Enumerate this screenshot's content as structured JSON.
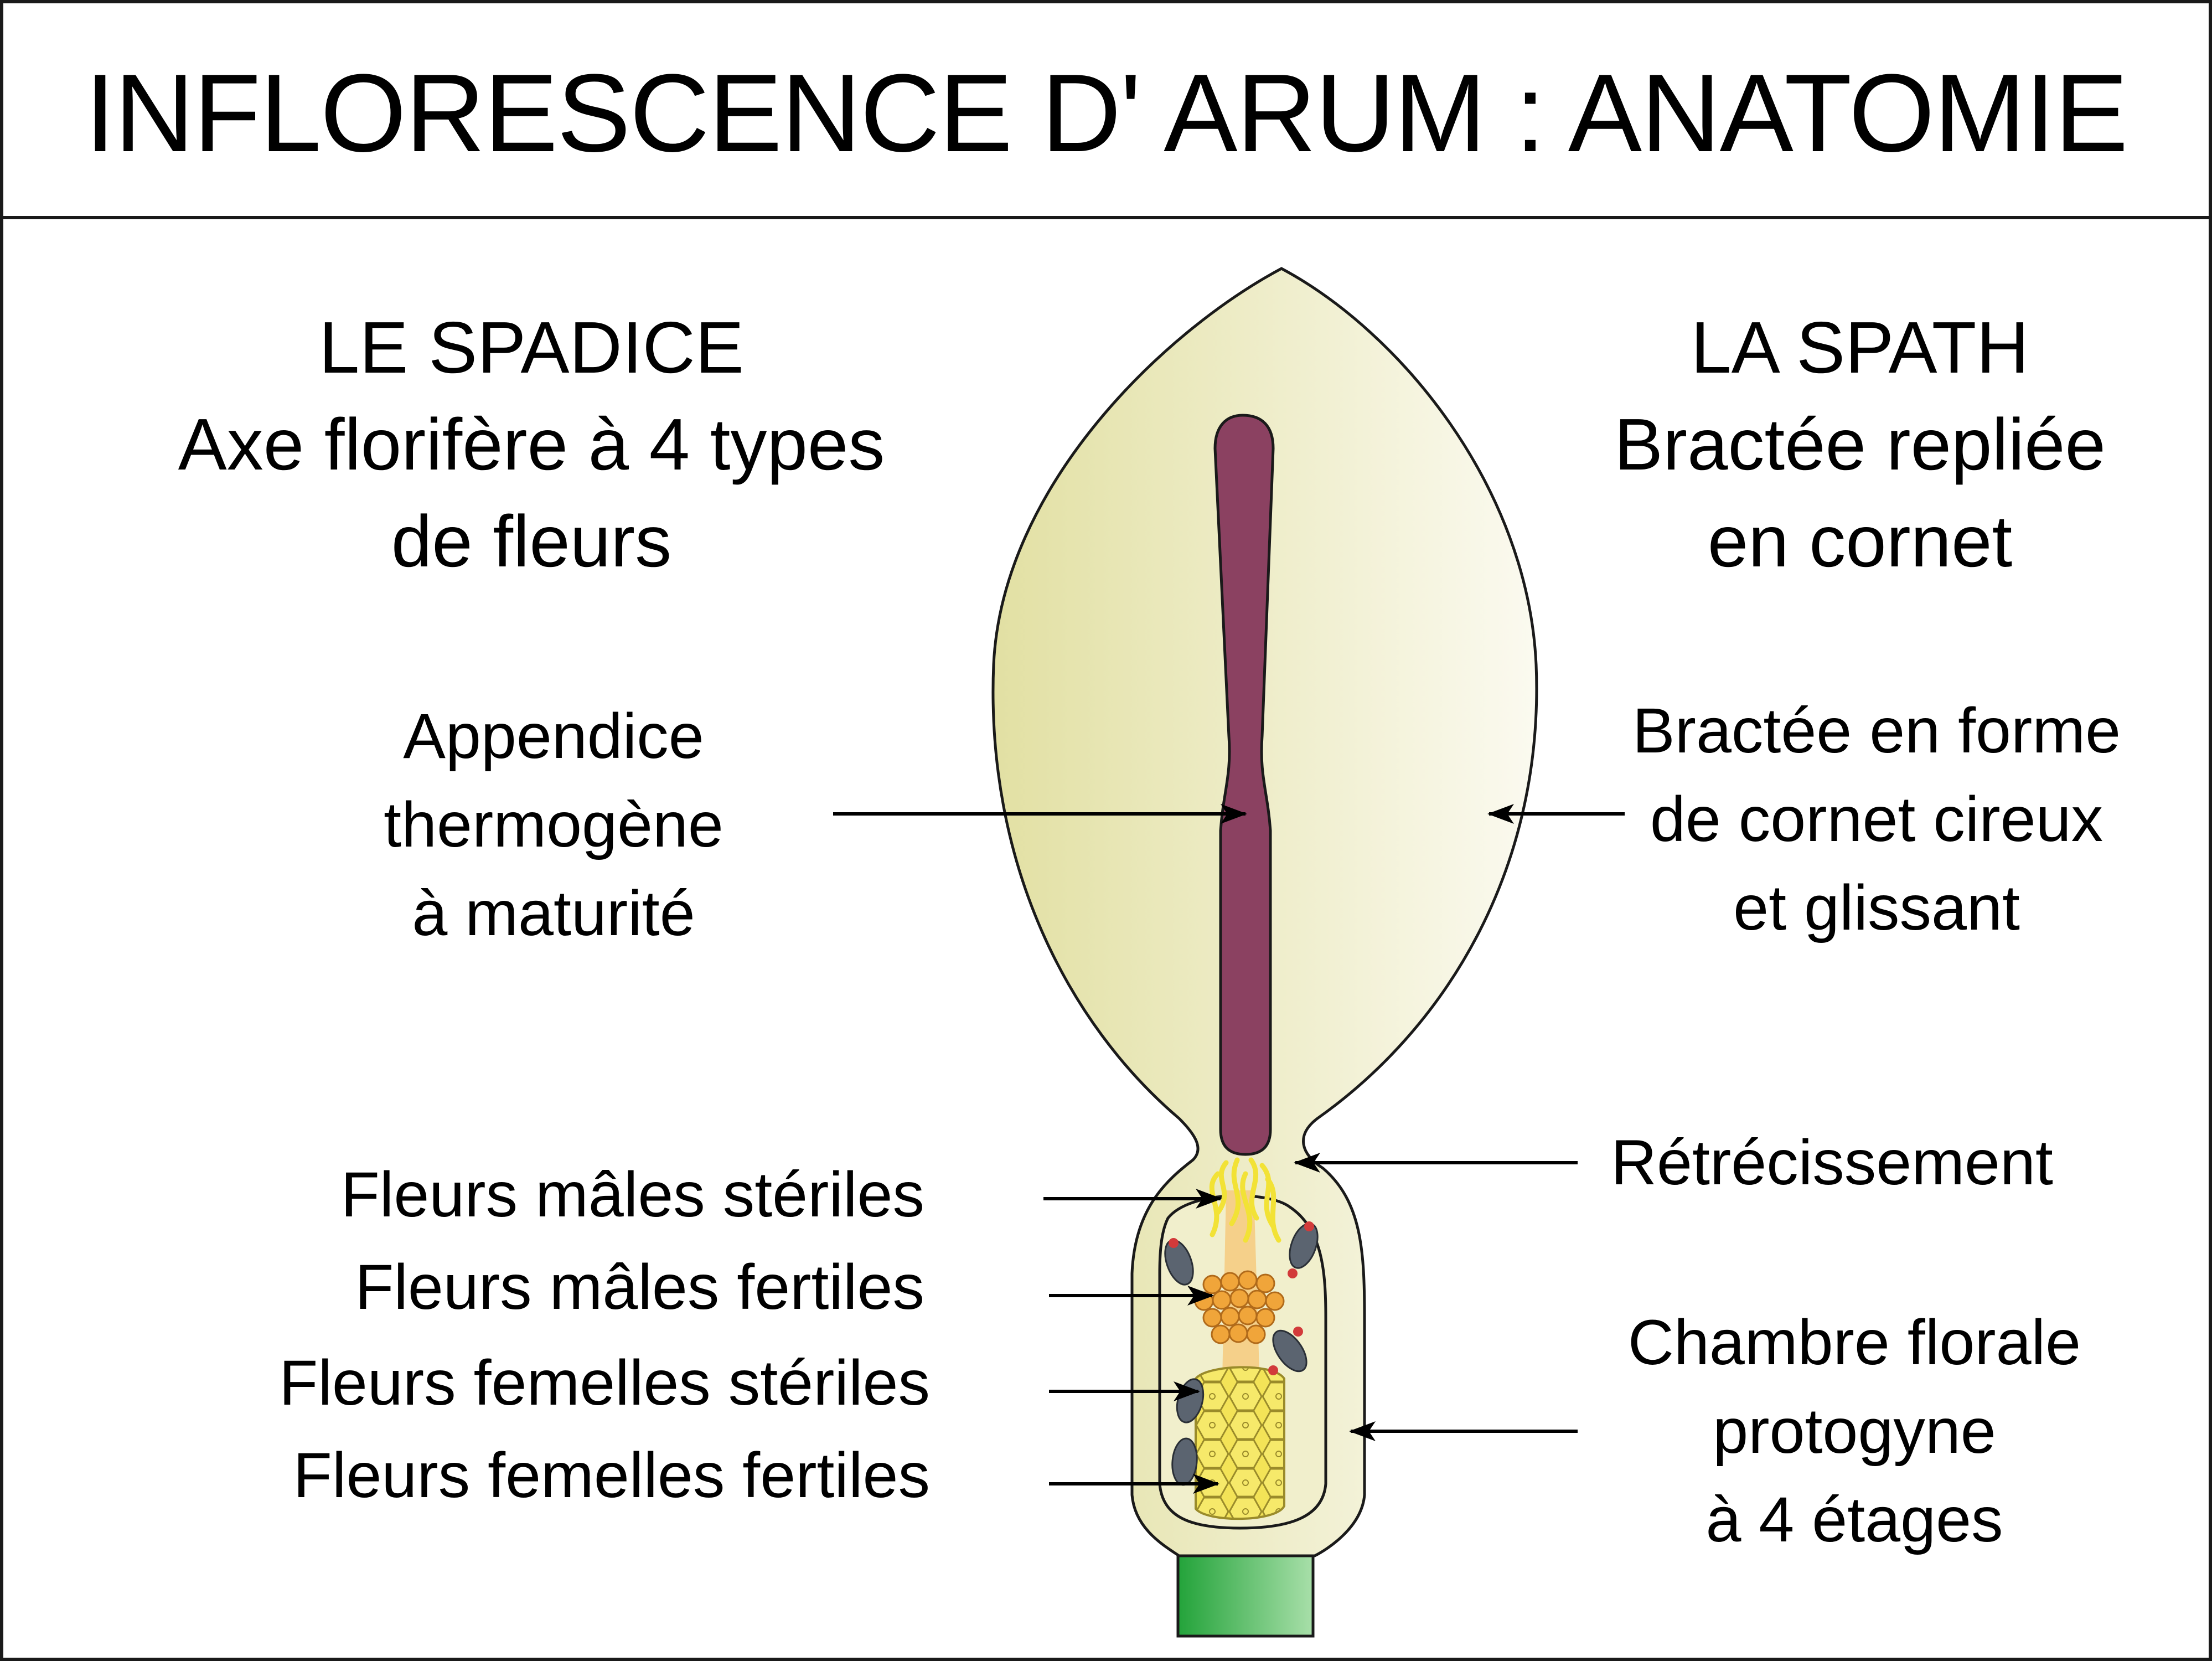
{
  "title": "INFLORESCENCE D' ARUM : ANATOMIE",
  "spadice": {
    "heading": "LE SPADICE",
    "lines": [
      "Axe florifère à 4 types",
      "de fleurs"
    ]
  },
  "spath": {
    "heading": "LA SPATH",
    "lines": [
      "Bractée repliée",
      "en cornet"
    ]
  },
  "labels_left": {
    "appendice": [
      "Appendice",
      "thermogène",
      "à maturité"
    ],
    "males_steriles": "Fleurs mâles stériles",
    "males_fertiles": "Fleurs mâles fertiles",
    "femelles_steriles": "Fleurs femelles stériles",
    "femelles_fertiles": "Fleurs femelles fertiles"
  },
  "labels_right": {
    "bractee": [
      "Bractée en forme",
      "de cornet cireux",
      "et glissant"
    ],
    "retrecissement": "Rétrécissement",
    "chambre": [
      "Chambre florale",
      "protogyne",
      "à 4 étages"
    ]
  },
  "colors": {
    "spathe_light": "#f6f5e2",
    "spathe_dark": "#e2e0a6",
    "appendix": "#8b4161",
    "male_sterile": "#f2e236",
    "male_fertile": "#f0a53a",
    "female": "#f3e357",
    "stem": "#2fb344"
  }
}
